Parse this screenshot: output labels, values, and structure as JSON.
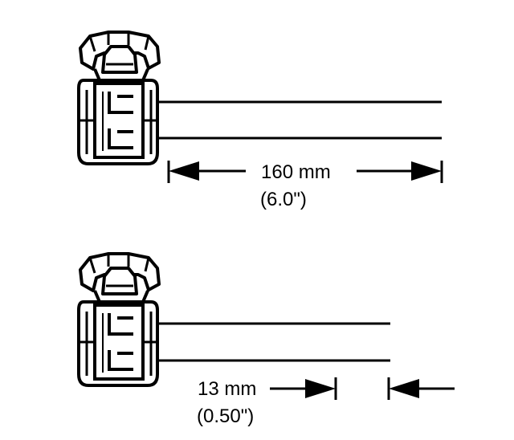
{
  "figure": {
    "top_dimension": {
      "metric": "160 mm",
      "imperial": "(6.0\")"
    },
    "bottom_dimension": {
      "metric": "13 mm",
      "imperial": "(0.50\")"
    }
  },
  "colors": {
    "ink": "#000000",
    "paper": "#ffffff"
  }
}
